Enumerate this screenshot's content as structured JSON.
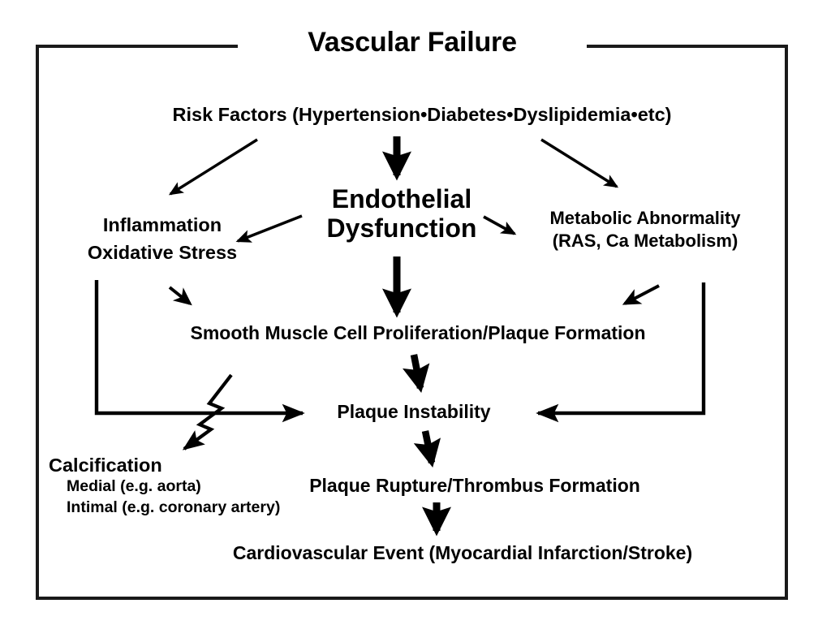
{
  "figure": {
    "title": "Vascular Failure",
    "type": "flowchart",
    "background": "#ffffff",
    "ink_color": "#000000"
  },
  "nodes": {
    "risk_factors": {
      "label": "Risk Factors (Hypertension•Diabetes•Dyslipidemia•etc)"
    },
    "endothelial_dysfunction": {
      "line1": "Endothelial",
      "line2": "Dysfunction"
    },
    "inflammation": {
      "line1": "Inflammation",
      "line2": "Oxidative Stress"
    },
    "metabolic_abnormality": {
      "line1": "Metabolic Abnormality",
      "line2": "(RAS, Ca Metabolism)"
    },
    "smooth_muscle": {
      "label": "Smooth Muscle Cell Proliferation/Plaque Formation"
    },
    "plaque_instability": {
      "label": "Plaque Instability"
    },
    "calcification": {
      "heading": "Calcification",
      "sub1": "Medial (e.g. aorta)",
      "sub2": "Intimal (e.g. coronary artery)"
    },
    "plaque_rupture": {
      "label": "Plaque Rupture/Thrombus Formation"
    },
    "cardiovascular_event": {
      "label": "Cardiovascular Event (Myocardial Infarction/Stroke)"
    }
  },
  "edges": [
    {
      "name": "risk-factors-to-inflammation",
      "from": "risk_factors",
      "to": "inflammation",
      "style": "thin-diagonal"
    },
    {
      "name": "risk-factors-to-endothelial",
      "from": "risk_factors",
      "to": "endothelial_dysfunction",
      "style": "thick-down"
    },
    {
      "name": "risk-factors-to-metabolic",
      "from": "risk_factors",
      "to": "metabolic_abnormality",
      "style": "thin-diagonal"
    },
    {
      "name": "endothelial-to-inflammation",
      "from": "endothelial_dysfunction",
      "to": "inflammation",
      "style": "thin-diagonal"
    },
    {
      "name": "endothelial-to-metabolic",
      "from": "endothelial_dysfunction",
      "to": "metabolic_abnormality",
      "style": "thin-diagonal"
    },
    {
      "name": "endothelial-to-smooth-muscle",
      "from": "endothelial_dysfunction",
      "to": "smooth_muscle",
      "style": "thick-down"
    },
    {
      "name": "inflammation-to-smooth-muscle",
      "from": "inflammation",
      "to": "smooth_muscle",
      "style": "short-diagonal"
    },
    {
      "name": "metabolic-to-smooth-muscle",
      "from": "metabolic_abnormality",
      "to": "smooth_muscle",
      "style": "short-diagonal"
    },
    {
      "name": "inflammation-elbow-to-plaque-instability",
      "from": "inflammation",
      "to": "plaque_instability",
      "style": "elbow-right"
    },
    {
      "name": "metabolic-elbow-to-plaque-instability",
      "from": "metabolic_abnormality",
      "to": "plaque_instability",
      "style": "elbow-left"
    },
    {
      "name": "smooth-muscle-to-plaque-instability",
      "from": "smooth_muscle",
      "to": "plaque_instability",
      "style": "thick-down"
    },
    {
      "name": "smooth-muscle-to-calcification",
      "from": "smooth_muscle",
      "to": "calcification",
      "style": "zigzag-crossing"
    },
    {
      "name": "plaque-instability-to-plaque-rupture",
      "from": "plaque_instability",
      "to": "plaque_rupture",
      "style": "thick-down"
    },
    {
      "name": "plaque-rupture-to-cardiovascular-event",
      "from": "plaque_rupture",
      "to": "cardiovascular_event",
      "style": "thick-down"
    }
  ]
}
